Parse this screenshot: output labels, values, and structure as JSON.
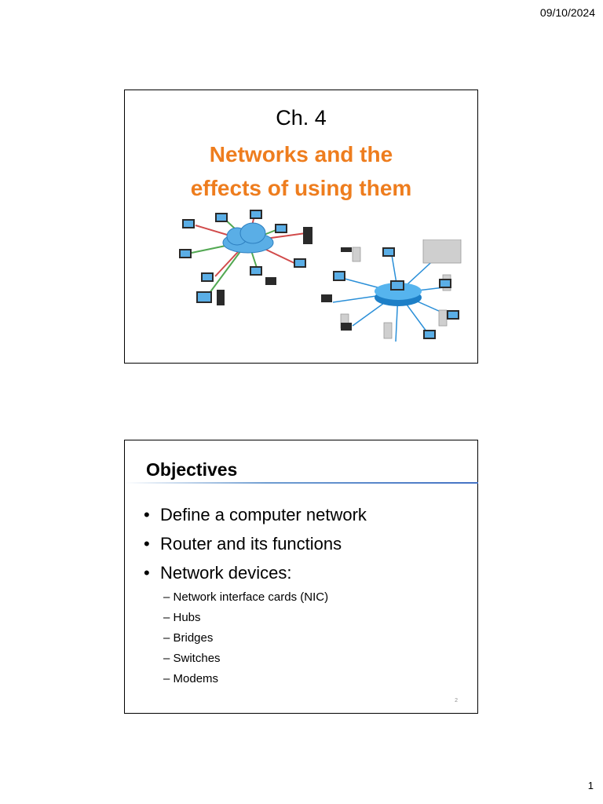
{
  "header": {
    "date": "09/10/2024"
  },
  "footer": {
    "page_number": "1"
  },
  "slide1": {
    "chapter": "Ch. 4",
    "title_line1": "Networks and the",
    "title_line2": "effects of using them",
    "accent_color": "#ee7d1e"
  },
  "slide2": {
    "heading": "Objectives",
    "bullets": [
      "Define a computer network",
      "Router and its functions",
      "Network devices:"
    ],
    "subitems": [
      "– Network interface cards (NIC)",
      "– Hubs",
      "– Bridges",
      "– Switches",
      "– Modems"
    ],
    "slide_number": "2",
    "rule_color": "#4472c4"
  }
}
